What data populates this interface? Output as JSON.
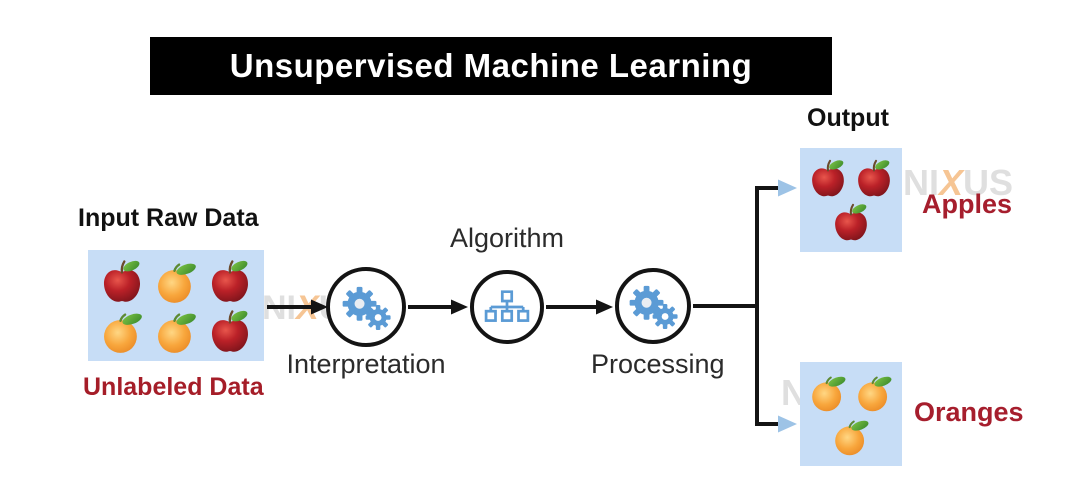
{
  "title": "Unsupervised Machine Learning",
  "input": {
    "heading": "Input Raw Data",
    "caption": "Unlabeled Data",
    "fruits": [
      "apple",
      "orange",
      "apple",
      "orange",
      "orange",
      "apple"
    ]
  },
  "pipeline": {
    "step1_label": "Interpretation",
    "step2_label": "Algorithm",
    "step3_label": "Processing"
  },
  "output": {
    "heading": "Output",
    "groups": [
      {
        "label": "Apples",
        "fruits": [
          "apple",
          "apple",
          "apple"
        ]
      },
      {
        "label": "Oranges",
        "fruits": [
          "orange",
          "orange",
          "orange"
        ]
      }
    ]
  },
  "watermark": {
    "left": "NI",
    "x": "X",
    "right": "US"
  },
  "colors": {
    "banner_bg": "#000000",
    "banner_text": "#ffffff",
    "box_blue": "#c7ddf6",
    "accent_blue": "#5b9bd5",
    "arrowhead_blue": "#9dc3e6",
    "dark_red_text": "#a51d28",
    "line_black": "#141414"
  }
}
